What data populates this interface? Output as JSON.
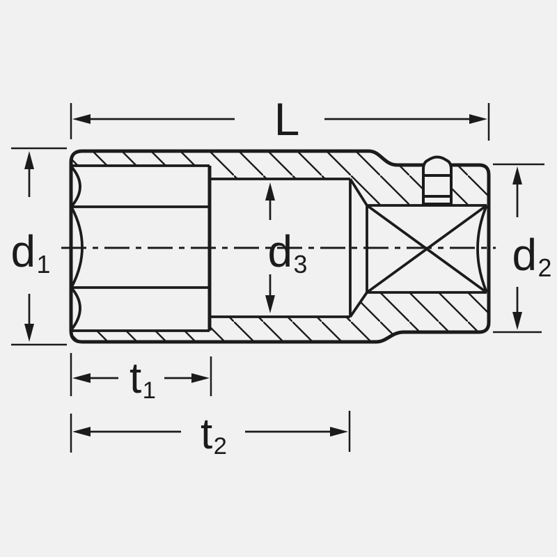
{
  "canvas": {
    "background_color": "#f1f1f2",
    "ink_color": "#1b1b1b"
  },
  "drawing": {
    "labels": {
      "L": {
        "base": "L",
        "sub": ""
      },
      "d1": {
        "base": "d",
        "sub": "1"
      },
      "d2": {
        "base": "d",
        "sub": "2"
      },
      "d3": {
        "base": "d",
        "sub": "3"
      },
      "t1": {
        "base": "t",
        "sub": "1"
      },
      "t2": {
        "base": "t",
        "sub": "2"
      }
    }
  }
}
